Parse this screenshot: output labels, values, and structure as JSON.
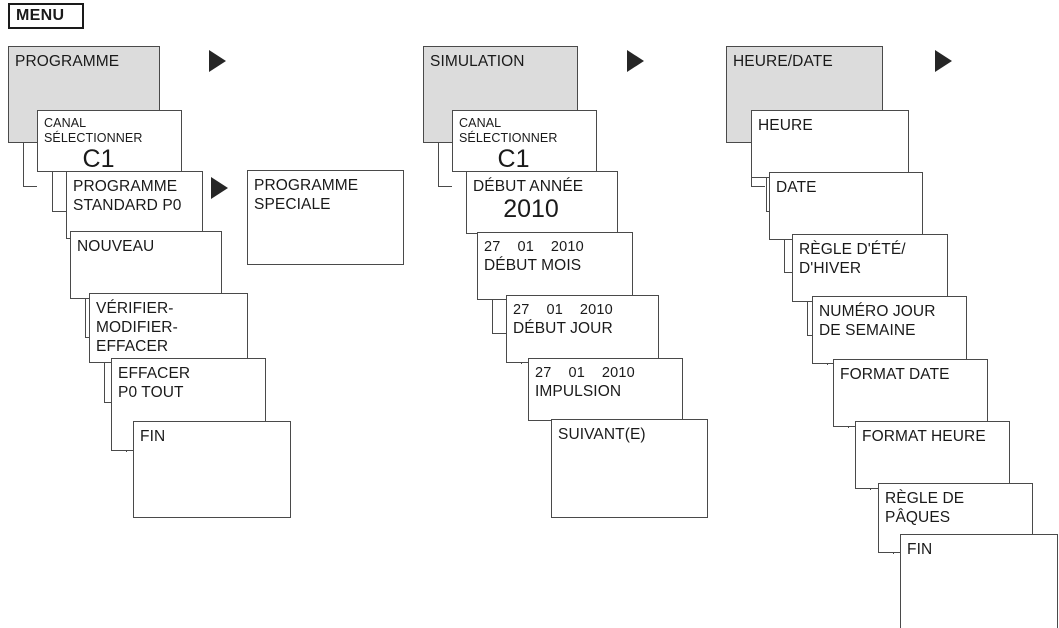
{
  "diagram": {
    "title": "MENU",
    "menu_label": "MENU",
    "colors": {
      "header_fill": "#dcdcdc",
      "border": "#4a4a4a",
      "arrow": "#262626",
      "text": "#1a1a1a",
      "background": "#ffffff"
    },
    "columns": [
      {
        "id": "programme",
        "header": "PROGRAMME",
        "arrow": "play-triangle-right",
        "nodes": [
          {
            "id": "c1-canal",
            "label": "CANAL SÉLECTIONNER",
            "value": "C1",
            "style": "small-title-big-value"
          },
          {
            "id": "c1-prog-standard",
            "label": "PROGRAMME\nSTANDARD P0",
            "style": "title",
            "arrow": "play-triangle-right"
          },
          {
            "id": "c1-nouveau",
            "label": "NOUVEAU",
            "style": "title"
          },
          {
            "id": "c1-verifier",
            "label": "VÉRIFIER-MODIFIER-\nEFFACER",
            "style": "title"
          },
          {
            "id": "c1-effacer",
            "label": "EFFACER\nP0 TOUT",
            "style": "title"
          },
          {
            "id": "c1-fin",
            "label": "FIN",
            "style": "title"
          }
        ],
        "branch": {
          "id": "c1-prog-speciale",
          "label": "PROGRAMME\nSPECIALE",
          "style": "title"
        }
      },
      {
        "id": "simulation",
        "header": "SIMULATION",
        "arrow": "play-triangle-right",
        "nodes": [
          {
            "id": "c2-canal",
            "label": "CANAL SÉLECTIONNER",
            "value": "C1",
            "style": "small-title-big-value"
          },
          {
            "id": "c2-debut-annee",
            "label": "DÉBUT ANNÉE",
            "value": "2010",
            "style": "title-big-value"
          },
          {
            "id": "c2-debut-mois",
            "data": "27    01    2010",
            "label": "DÉBUT MOIS",
            "style": "data-title"
          },
          {
            "id": "c2-debut-jour",
            "data": "27    01    2010",
            "label": "DÉBUT JOUR",
            "style": "data-title"
          },
          {
            "id": "c2-impulsion",
            "data": "27    01    2010",
            "label": "IMPULSION",
            "style": "data-title"
          },
          {
            "id": "c2-suivant",
            "label": "SUIVANT(E)",
            "style": "title"
          }
        ]
      },
      {
        "id": "heure-date",
        "header": "HEURE/DATE",
        "arrow": "play-triangle-right",
        "nodes": [
          {
            "id": "c3-heure",
            "label": "HEURE",
            "style": "title"
          },
          {
            "id": "c3-date",
            "label": "DATE",
            "style": "title"
          },
          {
            "id": "c3-regle-ete",
            "label": "RÈGLE D'ÉTÉ/\nD'HIVER",
            "style": "title"
          },
          {
            "id": "c3-numero-jour",
            "label": "NUMÉRO JOUR\nDE SEMAINE",
            "style": "title"
          },
          {
            "id": "c3-format-date",
            "label": "FORMAT DATE",
            "style": "title"
          },
          {
            "id": "c3-format-heure",
            "label": "FORMAT HEURE",
            "style": "title"
          },
          {
            "id": "c3-regle-paques",
            "label": "RÈGLE DE\nPÂQUES",
            "style": "title"
          },
          {
            "id": "c3-fin",
            "label": "FIN",
            "style": "title"
          }
        ]
      }
    ]
  }
}
